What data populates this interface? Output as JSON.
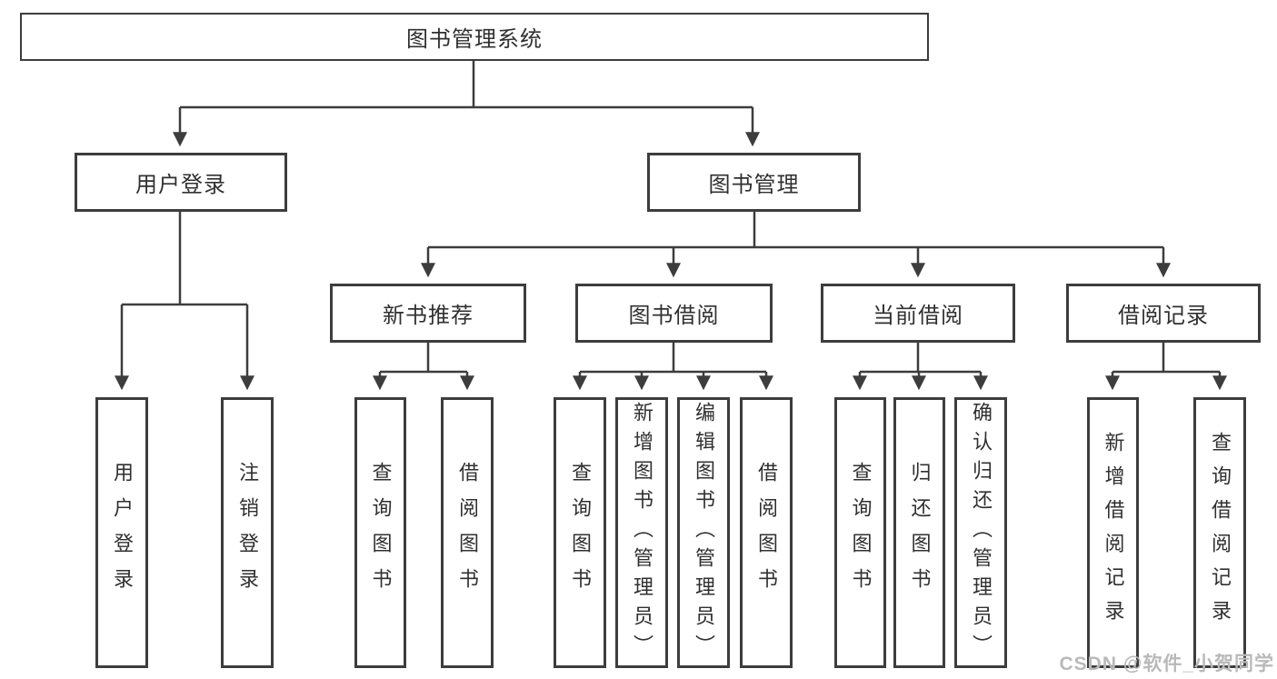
{
  "tree": {
    "label": "图书管理系统",
    "children": [
      {
        "label": "用户登录",
        "children": [
          {
            "label": "用户登录"
          },
          {
            "label": "注销登录"
          }
        ]
      },
      {
        "label": "图书管理",
        "children": [
          {
            "label": "新书推荐",
            "children": [
              {
                "label": "查询图书"
              },
              {
                "label": "借阅图书"
              }
            ]
          },
          {
            "label": "图书借阅",
            "children": [
              {
                "label": "查询图书"
              },
              {
                "label": "新增图书（管理员）"
              },
              {
                "label": "编辑图书（管理员）"
              },
              {
                "label": "借阅图书"
              }
            ]
          },
          {
            "label": "当前借阅",
            "children": [
              {
                "label": "查询图书"
              },
              {
                "label": "归还图书"
              },
              {
                "label": "确认归还（管理员）"
              }
            ]
          },
          {
            "label": "借阅记录",
            "children": [
              {
                "label": "新增借阅记录"
              },
              {
                "label": "查询借阅记录"
              }
            ]
          }
        ]
      }
    ]
  },
  "watermark": {
    "text": "CSDN @软件_小贺同学"
  },
  "colors": {
    "line": "#3d3d3d",
    "text": "#303030",
    "background": "#ffffff",
    "watermark": "#b9b9b9"
  }
}
